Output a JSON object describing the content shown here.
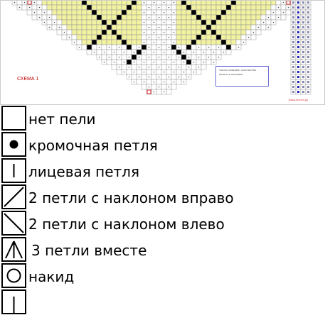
{
  "scheme": {
    "label": "СХЕМА 1",
    "note": "Числа означают количество петель в листиках",
    "credit": "Вика-Иолта.ру"
  },
  "colors": {
    "grid_line": "#9a9a9a",
    "yellow_fill": "#f2f2a0",
    "black_cell": "#000000",
    "red_number": "#d40000",
    "blue_number": "#2828b4"
  },
  "legend": [
    {
      "icon": "empty-cell-icon",
      "label": "нет пели"
    },
    {
      "icon": "filled-circle-icon",
      "label": "кромочная петля"
    },
    {
      "icon": "vertical-bar-icon",
      "label": "лицевая петля"
    },
    {
      "icon": "slash-right-icon",
      "label": "2 петли с наклоном вправо"
    },
    {
      "icon": "slash-left-icon",
      "label": "2 петли с наклоном влево"
    },
    {
      "icon": "three-together-icon",
      "label": "3 петли вместе"
    },
    {
      "icon": "open-circle-icon",
      "label": "накид"
    },
    {
      "icon": "partial-icon",
      "label": ""
    }
  ]
}
